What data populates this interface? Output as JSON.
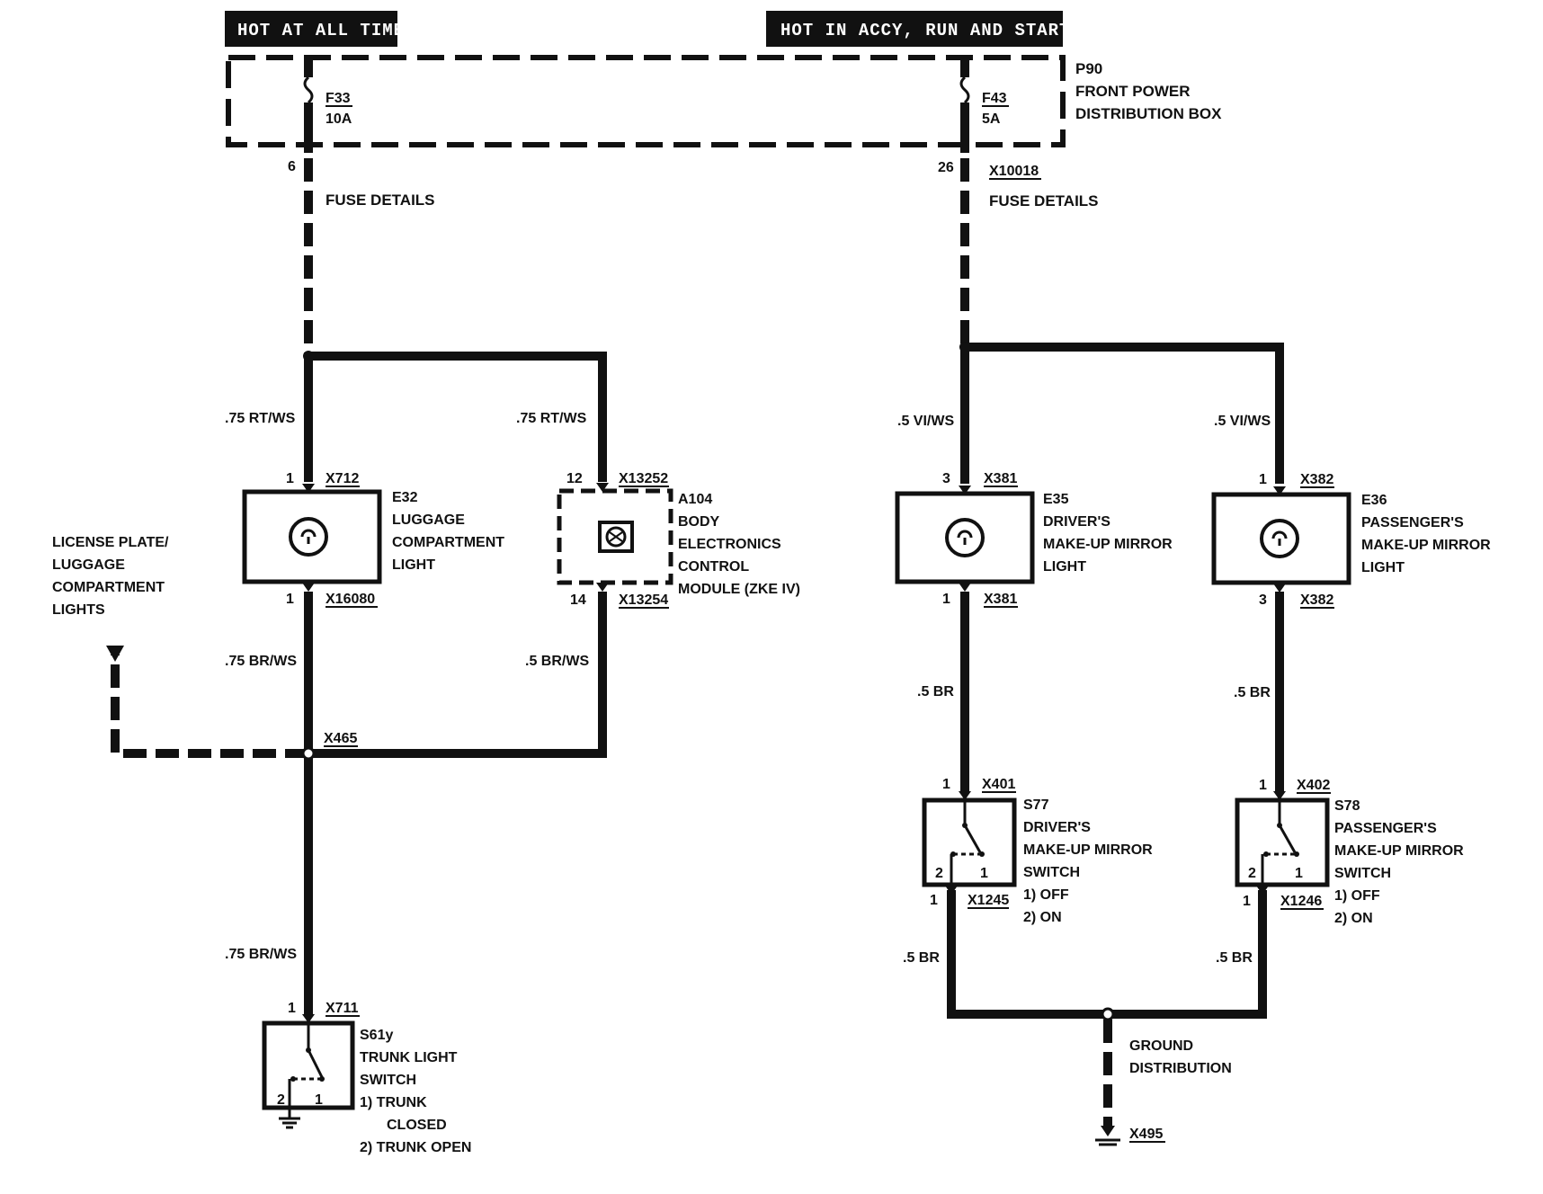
{
  "headers": {
    "hot_at_all_times": "HOT AT ALL TIMES",
    "hot_in_accy": "HOT IN ACCY, RUN AND START"
  },
  "power_box": {
    "id": "P90",
    "name_line1": "FRONT POWER",
    "name_line2": "DISTRIBUTION BOX",
    "fuse_left": {
      "id": "F33",
      "rating": "10A",
      "pin": "6",
      "details": "FUSE DETAILS"
    },
    "fuse_right": {
      "id": "F43",
      "rating": "5A",
      "pin": "26",
      "connector": "X10018",
      "details": "FUSE DETAILS"
    }
  },
  "wires": {
    "e32_in": ".75 RT/WS",
    "a104_in": ".75 RT/WS",
    "e32_out": ".75 BR/WS",
    "a104_out": ".5 BR/WS",
    "s61y_in": ".75 BR/WS",
    "e35_in": ".5 VI/WS",
    "e36_in": ".5 VI/WS",
    "e35_out": ".5 BR",
    "e36_out": ".5 BR",
    "s77_out": ".5 BR",
    "s78_out": ".5 BR"
  },
  "splice": {
    "x465": "X465"
  },
  "license_plate": {
    "line1": "LICENSE PLATE/",
    "line2": "LUGGAGE",
    "line3": "COMPARTMENT",
    "line4": "LIGHTS"
  },
  "e32": {
    "id": "E32",
    "line1": "LUGGAGE",
    "line2": "COMPARTMENT",
    "line3": "LIGHT",
    "pin_top": "1",
    "conn_top": "X712",
    "pin_bottom": "1",
    "conn_bottom": "X16080"
  },
  "a104": {
    "id": "A104",
    "line1": "BODY",
    "line2": "ELECTRONICS",
    "line3": "CONTROL",
    "line4": "MODULE (ZKE IV)",
    "pin_top": "12",
    "conn_top": "X13252",
    "pin_bottom": "14",
    "conn_bottom": "X13254"
  },
  "e35": {
    "id": "E35",
    "line1": "DRIVER'S",
    "line2": "MAKE-UP MIRROR",
    "line3": "LIGHT",
    "pin_top": "3",
    "conn_top": "X381",
    "pin_bottom": "1",
    "conn_bottom": "X381"
  },
  "e36": {
    "id": "E36",
    "line1": "PASSENGER'S",
    "line2": "MAKE-UP MIRROR",
    "line3": "LIGHT",
    "pin_top": "1",
    "conn_top": "X382",
    "pin_bottom": "3",
    "conn_bottom": "X382"
  },
  "s77": {
    "id": "S77",
    "line1": "DRIVER'S",
    "line2": "MAKE-UP MIRROR",
    "line3": "SWITCH",
    "opt1": "1)   OFF",
    "opt2": "2)   ON",
    "pin_top": "1",
    "conn_top": "X401",
    "pin_bottom": "1",
    "conn_bottom": "X1245",
    "inner_pin2": "2",
    "inner_pin1": "1"
  },
  "s78": {
    "id": "S78",
    "line1": "PASSENGER'S",
    "line2": "MAKE-UP MIRROR",
    "line3": "SWITCH",
    "opt1": "1)   OFF",
    "opt2": "2)   ON",
    "pin_top": "1",
    "conn_top": "X402",
    "pin_bottom": "1",
    "conn_bottom": "X1246",
    "inner_pin2": "2",
    "inner_pin1": "1"
  },
  "s61y": {
    "id": "S61y",
    "line1": "TRUNK LIGHT",
    "line2": "SWITCH",
    "opt1a": "1)   TRUNK",
    "opt1b": "CLOSED",
    "opt2": "2)   TRUNK OPEN",
    "pin_top": "1",
    "conn_top": "X711",
    "inner_pin2": "2",
    "inner_pin1": "1"
  },
  "ground": {
    "line1": "GROUND",
    "line2": "DISTRIBUTION",
    "conn": "X495"
  }
}
